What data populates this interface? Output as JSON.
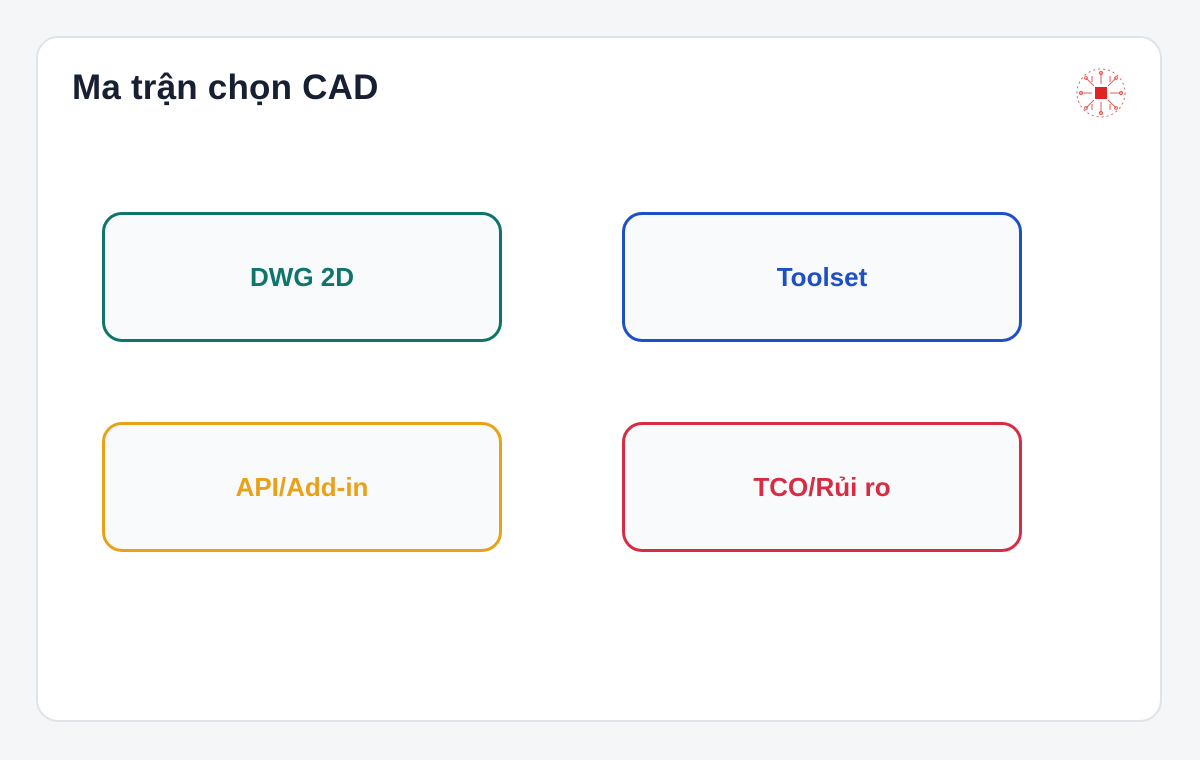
{
  "title": "Ma trận chọn CAD",
  "logo": {
    "icon": "circuit-chip-icon",
    "color": "#e02424"
  },
  "boxes": [
    {
      "label": "DWG 2D",
      "color": "#0f7469"
    },
    {
      "label": "Toolset",
      "color": "#1f4fc6"
    },
    {
      "label": "API/Add-in",
      "color": "#e9a217"
    },
    {
      "label": "TCO/Rủi ro",
      "color": "#d72d44"
    }
  ]
}
